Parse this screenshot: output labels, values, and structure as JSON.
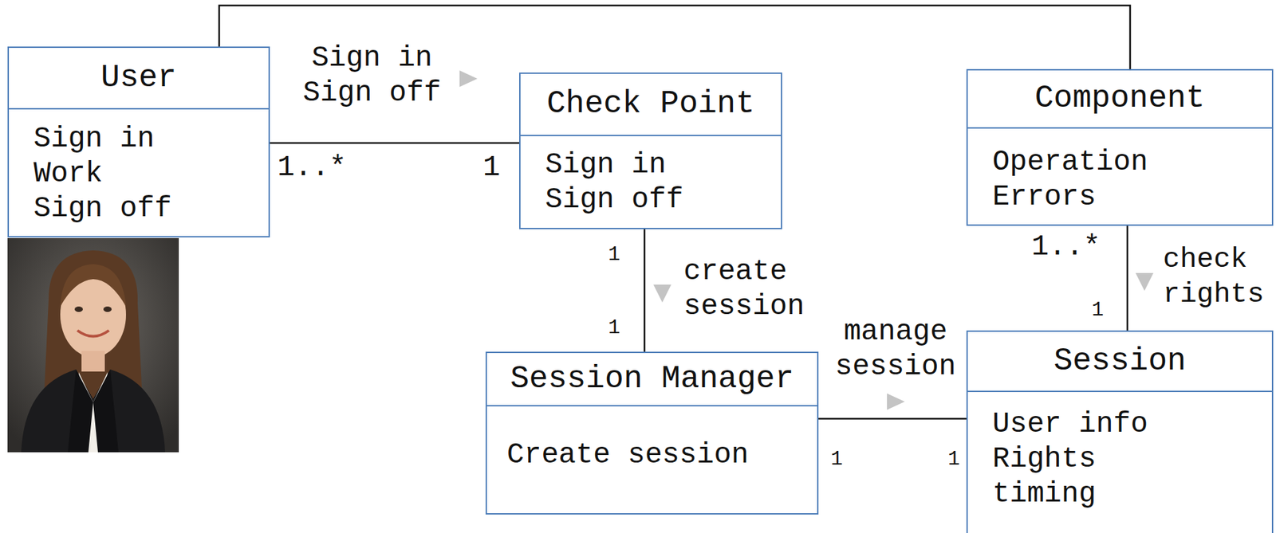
{
  "diagram": {
    "nodes": [
      {
        "text": [
          "User",
          "Sign in Work Sign off"
        ]
      },
      {
        "text": [
          "Check Point",
          "Sign in Sign off"
        ]
      },
      {
        "text": [
          "Component",
          "Operation Errors"
        ]
      },
      {
        "text": [
          "Session Manager",
          "Create session"
        ]
      },
      {
        "text": [
          "Session",
          "User info Rights timing"
        ]
      }
    ],
    "edges": [
      {
        "from": 0,
        "to": 1,
        "label": "Sign in Sign off",
        "arrow": "none"
      },
      {
        "from": 1,
        "to": 3,
        "label": "create session",
        "arrow": "none"
      },
      {
        "from": 3,
        "to": 4,
        "label": "manage session",
        "arrow": "none"
      },
      {
        "from": 2,
        "to": 4,
        "label": "check rights",
        "arrow": "none"
      },
      {
        "from": 0,
        "to": 2,
        "arrow": "none"
      }
    ],
    "labels": [
      "1..*",
      "1",
      "1",
      "1",
      "1",
      "1",
      "1..*",
      "1"
    ]
  }
}
